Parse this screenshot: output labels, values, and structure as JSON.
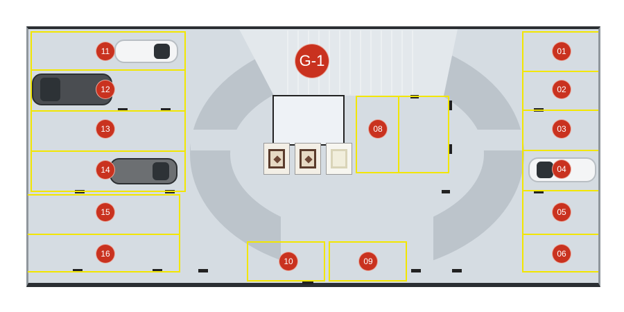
{
  "floor_label": "G-1",
  "colors": {
    "badge": "#c9321f",
    "slot_line": "#f2e600",
    "floor": "#d5dce2",
    "ramp": "#bcc4cb"
  },
  "slots": {
    "s01": "01",
    "s02": "02",
    "s03": "03",
    "s04": "04",
    "s05": "05",
    "s06": "06",
    "s08": "08",
    "s09": "09",
    "s10": "10",
    "s11": "11",
    "s12": "12",
    "s13": "13",
    "s14": "14",
    "s15": "15",
    "s16": "16"
  }
}
